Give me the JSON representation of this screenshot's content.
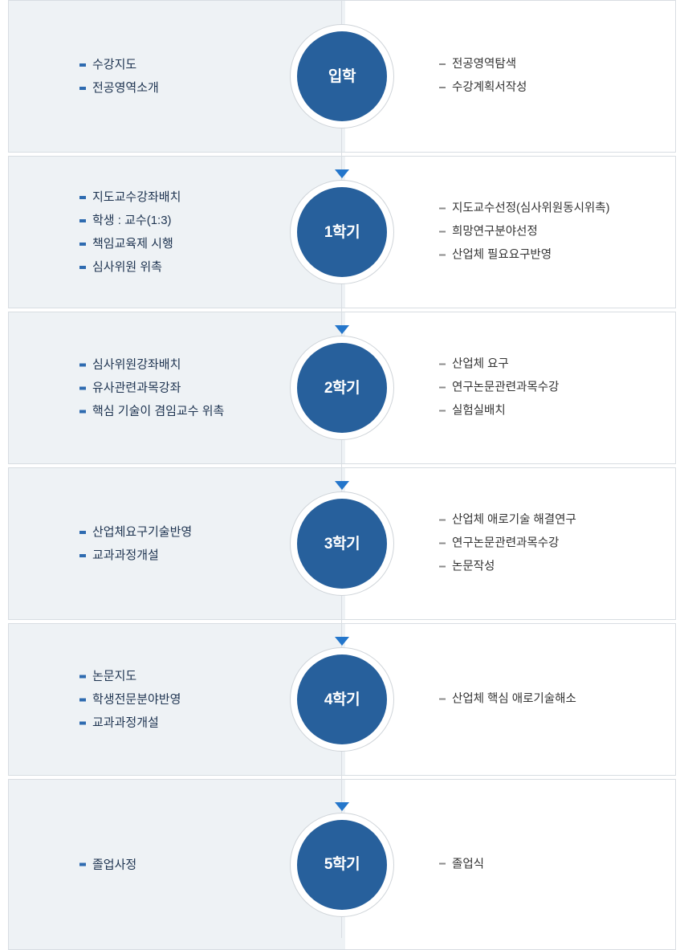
{
  "diagram": {
    "type": "vertical-timeline",
    "colors": {
      "node_fill": "#27609c",
      "node_ring": "#ffffff",
      "node_border": "#cfd4d9",
      "left_panel_bg": "#eef2f5",
      "right_panel_bg": "#ffffff",
      "left_bullet": "#2e6bb0",
      "right_bullet": "#8b8b8b",
      "arrow": "#2476cb",
      "left_text": "#1d3350",
      "right_text": "#333333",
      "panel_border": "#d8dde2"
    },
    "stages": [
      {
        "node_label": "입학",
        "left_items": [
          "수강지도",
          "전공영역소개"
        ],
        "right_items": [
          "전공영역탐색",
          "수강계획서작성"
        ],
        "has_arrow": false
      },
      {
        "node_label": "1학기",
        "left_items": [
          "지도교수강좌배치",
          "학생 : 교수(1:3)",
          "책임교육제 시행",
          "심사위원 위촉"
        ],
        "right_items": [
          "지도교수선정(심사위원동시위촉)",
          "희망연구분야선정",
          "산업체 필요요구반영"
        ],
        "has_arrow": true
      },
      {
        "node_label": "2학기",
        "left_items": [
          "심사위원강좌배치",
          "유사관련과목강좌",
          "핵심 기술이 겸임교수 위촉"
        ],
        "right_items": [
          "산업체 요구",
          "연구논문관련과목수강",
          "실험실배치"
        ],
        "has_arrow": true
      },
      {
        "node_label": "3학기",
        "left_items": [
          "산업체요구기술반영",
          "교과과정개설"
        ],
        "right_items": [
          "산업체 애로기술 해결연구",
          "연구논문관련과목수강",
          "논문작성"
        ],
        "has_arrow": true
      },
      {
        "node_label": "4학기",
        "left_items": [
          "논문지도",
          "학생전문분야반영",
          "교과과정개설"
        ],
        "right_items": [
          "산업체 핵심 애로기술해소"
        ],
        "has_arrow": true
      },
      {
        "node_label": "5학기",
        "left_items": [
          "졸업사정"
        ],
        "right_items": [
          "졸업식"
        ],
        "has_arrow": true
      }
    ]
  }
}
